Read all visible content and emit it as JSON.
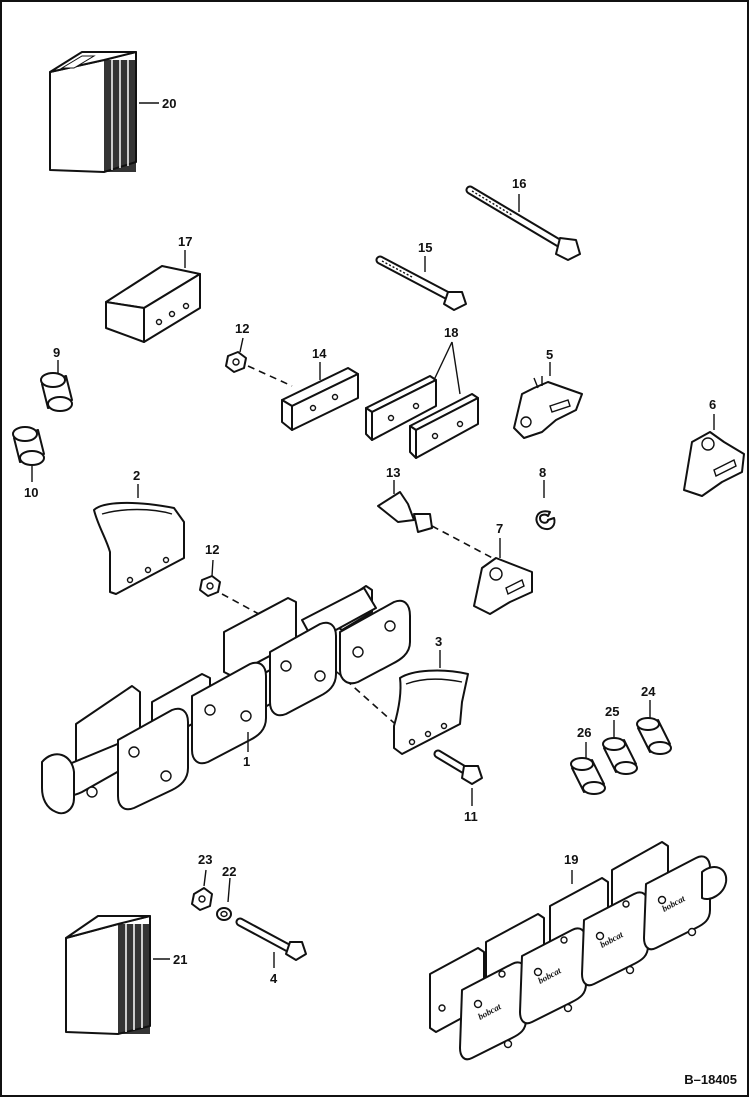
{
  "diagram": {
    "drawing_number": "B–18405",
    "callouts": [
      {
        "id": "c20",
        "text": "20"
      },
      {
        "id": "c16",
        "text": "16"
      },
      {
        "id": "c17",
        "text": "17"
      },
      {
        "id": "c15",
        "text": "15"
      },
      {
        "id": "c12a",
        "text": "12"
      },
      {
        "id": "c14",
        "text": "14"
      },
      {
        "id": "c18",
        "text": "18"
      },
      {
        "id": "c5",
        "text": "5"
      },
      {
        "id": "c9",
        "text": "9"
      },
      {
        "id": "c6",
        "text": "6"
      },
      {
        "id": "c10",
        "text": "10"
      },
      {
        "id": "c2",
        "text": "2"
      },
      {
        "id": "c13",
        "text": "13"
      },
      {
        "id": "c8",
        "text": "8"
      },
      {
        "id": "c7",
        "text": "7"
      },
      {
        "id": "c12b",
        "text": "12"
      },
      {
        "id": "c3",
        "text": "3"
      },
      {
        "id": "c1",
        "text": "1"
      },
      {
        "id": "c24",
        "text": "24"
      },
      {
        "id": "c25",
        "text": "25"
      },
      {
        "id": "c26",
        "text": "26"
      },
      {
        "id": "c11",
        "text": "11"
      },
      {
        "id": "c19",
        "text": "19"
      },
      {
        "id": "c23",
        "text": "23"
      },
      {
        "id": "c22",
        "text": "22"
      },
      {
        "id": "c21",
        "text": "21"
      },
      {
        "id": "c4",
        "text": "4"
      }
    ],
    "chain_logo": "bobcat"
  }
}
